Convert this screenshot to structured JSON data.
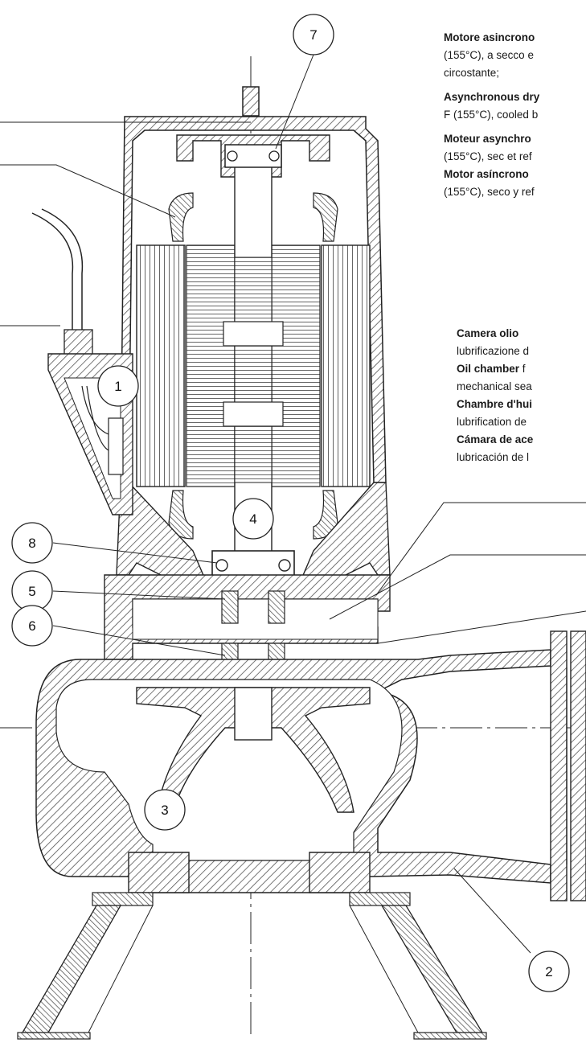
{
  "callouts": {
    "motor": {
      "it_bold": "Motore asincrono",
      "it_line2": "(155°C),  a  secco  e",
      "it_line3": "circostante;",
      "en_bold": "Asynchronous dry",
      "en_line2": "F (155°C), cooled b",
      "fr_bold": "Moteur  asynchro",
      "fr_line2": "(155°C), sec et ref",
      "es_bold": "Motor   asíncrono",
      "es_line2": "(155°C), seco y ref"
    },
    "oil": {
      "it_bold": "Camera   olio",
      "it_line2": "lubrificazione d",
      "en_bold": "Oil  chamber",
      "en_rest": " f",
      "en_line2": "mechanical sea",
      "fr_bold": "Chambre d'hui",
      "fr_line2": "lubrification de",
      "es_bold": "Cámara  de  ace",
      "es_line2": "lubricación de l"
    }
  },
  "balloons": [
    "1",
    "2",
    "3",
    "4",
    "5",
    "6",
    "7",
    "8"
  ],
  "colors": {
    "line": "#222222",
    "hatch": "#555555",
    "text": "#1a1a1a"
  }
}
